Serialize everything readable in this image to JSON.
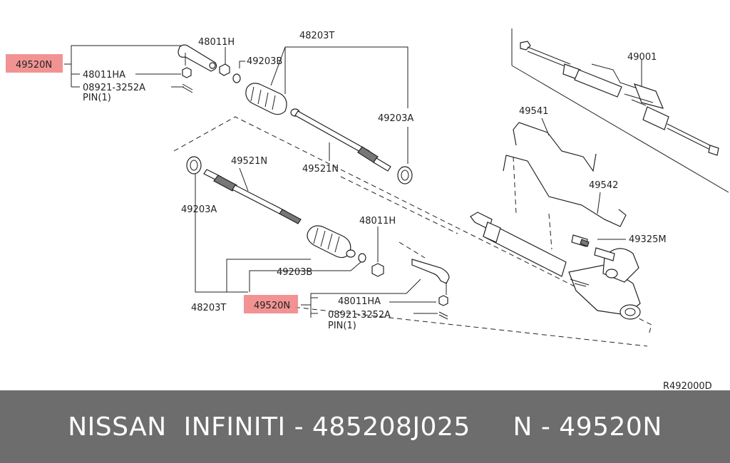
{
  "diagram": {
    "labels": {
      "top_tie_rod_end": "49520N",
      "top_nut_48011h": "48011H",
      "top_nut_48011ha": "48011HA",
      "top_pin_part": "08921-3252A",
      "top_pin_text": "PIN(1)",
      "top_boot_kit": "48203T",
      "top_clamp_b": "49203B",
      "top_clamp_a": "49203A",
      "top_inner_rod": "49521N",
      "gear_assembly": "49001",
      "tube_49541": "49541",
      "tube_49542": "49542",
      "connector_49325m": "49325M",
      "left_clamp_a": "49203A",
      "left_inner_rod": "49521N",
      "bottom_nut_48011h": "48011H",
      "bottom_clamp_b": "49203B",
      "bottom_boot_kit": "48203T",
      "bottom_tie_rod_end": "49520N",
      "bottom_nut_48011ha": "48011HA",
      "bottom_pin_part": "08921-3252A",
      "bottom_pin_text": "PIN(1)",
      "ref_code": "R492000D"
    },
    "highlight_color": "#f08080"
  },
  "footer": {
    "text": "NISSAN  INFINITI - 485208J025     N - 49520N",
    "background": "#6d6d6d",
    "text_color": "#ffffff"
  }
}
